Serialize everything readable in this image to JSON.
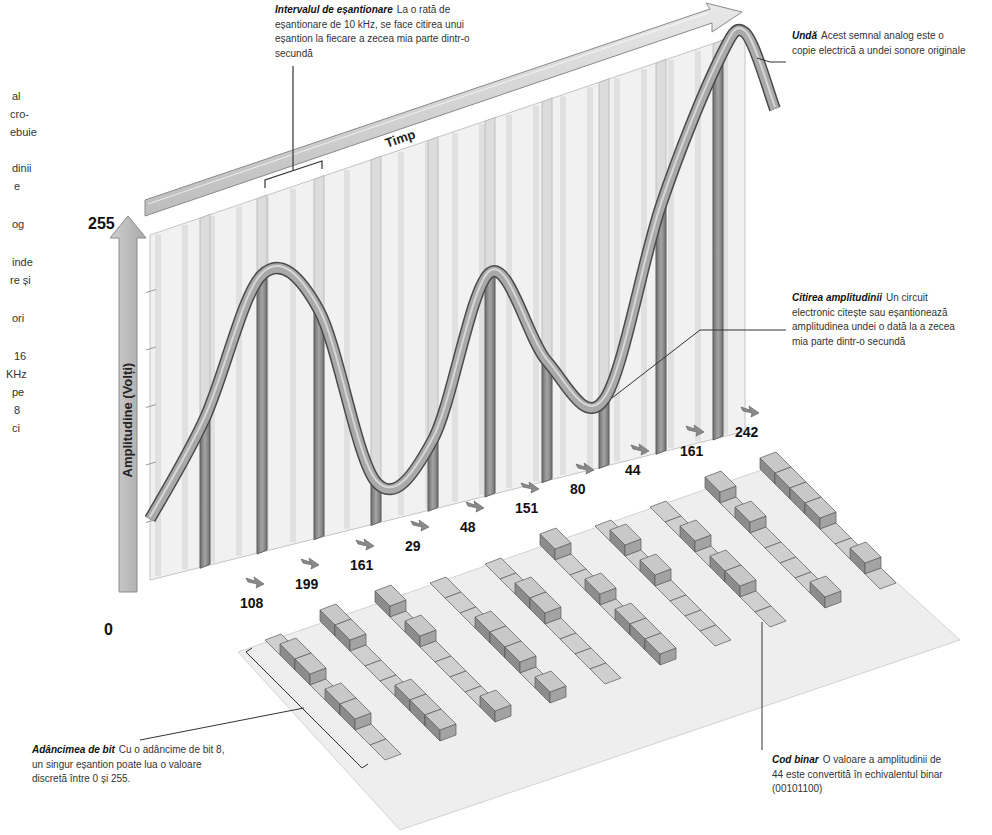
{
  "diagram": {
    "labels": [
      "al",
      "cro-",
      "ebuie",
      "dinii",
      "e",
      "og",
      "inde",
      "re și",
      "ori",
      "16",
      "KHz",
      "pe",
      "8",
      "ci",
      "Intervalul de eșantionare",
      "La o rată de eșantionare de 10 kHz, se face citirea unui eșantion la fiecare a zecea mia parte dintr-o secundă",
      "Undă",
      "Acest semnal analog este o copie electrică a undei sonore originale",
      "Citirea amplitudinii",
      "Un circuit electronic citește sau eșantionează amplitudinea undei o dată la a zecea mia parte dintr-o secundă",
      "Adâncimea de bit",
      "Cu o adâncime de bit 8, un singur eșantion poate lua o valoare discretă între 0 și 255.",
      "Cod binar",
      "O valoare a amplitudinii de 44 este convertită în echivalentul binar (00101100)",
      "Timp",
      "Amplitudine (Volți)",
      "255",
      "0",
      "108",
      "199",
      "161",
      "29",
      "48",
      "151",
      "80",
      "44",
      "161",
      "242"
    ]
  }
}
